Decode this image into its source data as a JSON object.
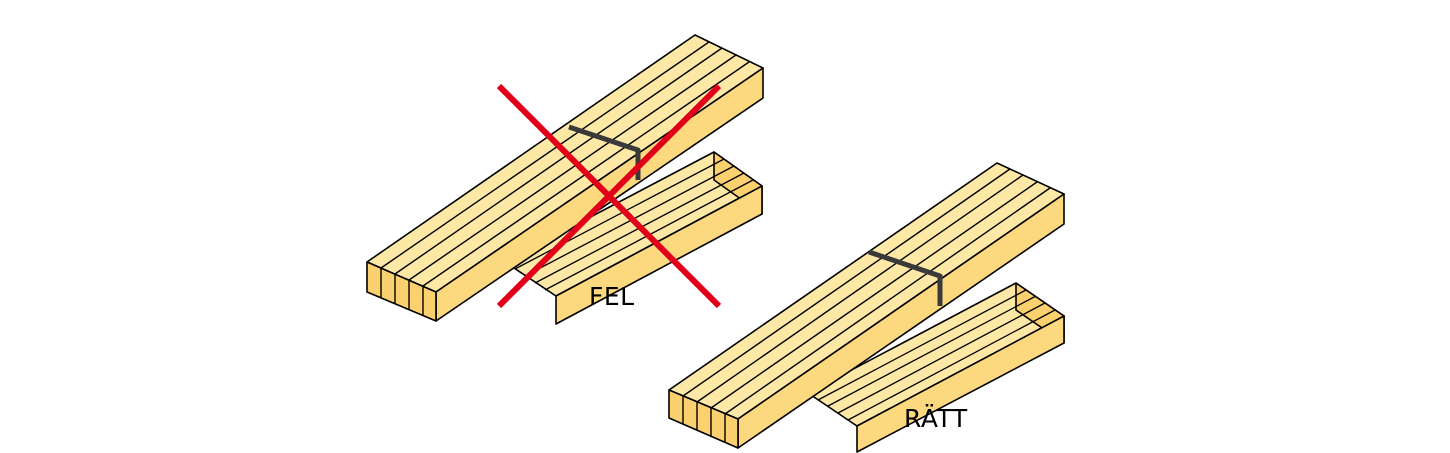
{
  "colors": {
    "wood_top": "#fde8a6",
    "wood_side": "#fcd97e",
    "wood_end": "#fbd06e",
    "outline": "#000000",
    "strap": "#3a3a3a",
    "cross": "#e0001a",
    "background": "#ffffff"
  },
  "wrong_example": {
    "label": "FEL",
    "icon": "red-cross-icon",
    "meaning": "wrong"
  },
  "right_example": {
    "label": "RÄTT",
    "meaning": "right"
  }
}
